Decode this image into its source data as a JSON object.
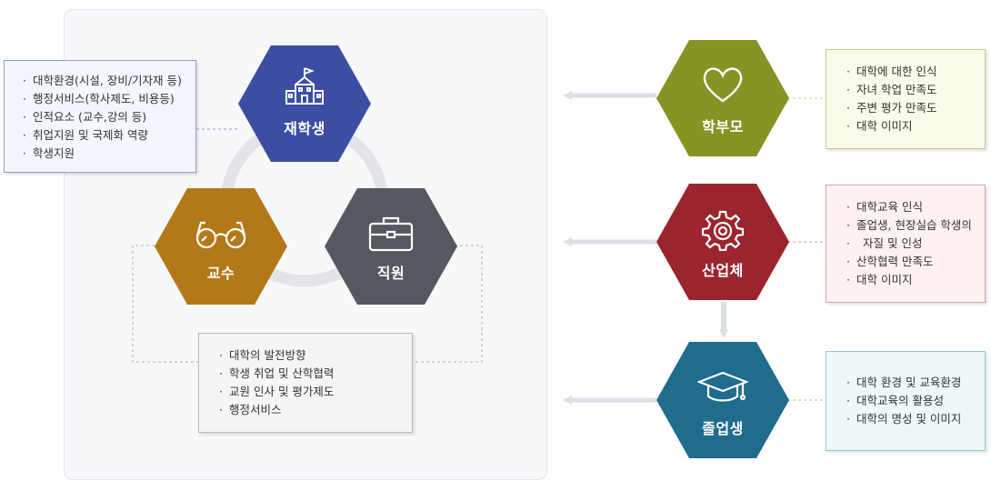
{
  "nodes": {
    "student": {
      "label": "재학생",
      "color": "#3b4ea3",
      "icon": "school-building-icon"
    },
    "professor": {
      "label": "교수",
      "color": "#b37919",
      "icon": "glasses-icon"
    },
    "staff": {
      "label": "직원",
      "color": "#55585f",
      "icon": "briefcase-icon"
    },
    "parents": {
      "label": "학부모",
      "color": "#879325",
      "icon": "heart-icon"
    },
    "industry": {
      "label": "산업체",
      "color": "#9b252e",
      "icon": "gear-icon"
    },
    "graduates": {
      "label": "졸업생",
      "color": "#1f6c8e",
      "icon": "graduation-cap-icon"
    }
  },
  "boxes": {
    "student": [
      "대학환경(시설, 장비/기자재 등)",
      "행정서비스(학사제도, 비용등)",
      "인적요소 (교수,강의 등)",
      "취업지원 및 국제화 역량",
      "학생지원"
    ],
    "faculty_staff": [
      "대학의 발전방향",
      "학생 취업 및 산학협력",
      "교원 인사 및 평가제도",
      "행정서비스"
    ],
    "parents": [
      "대학에 대한 인식",
      "자녀 학업 만족도",
      "주변 평가 만족도",
      "대학 이미지"
    ],
    "industry": [
      "대학교육 인식",
      "졸업생, 현장실습 학생의",
      "자질 및 인성",
      "산학협력 만족도",
      "대학 이미지"
    ],
    "graduates": [
      "대학 환경 및 교육환경",
      "대학교육의 활용성",
      "대학의 명성 및 이미지"
    ]
  }
}
